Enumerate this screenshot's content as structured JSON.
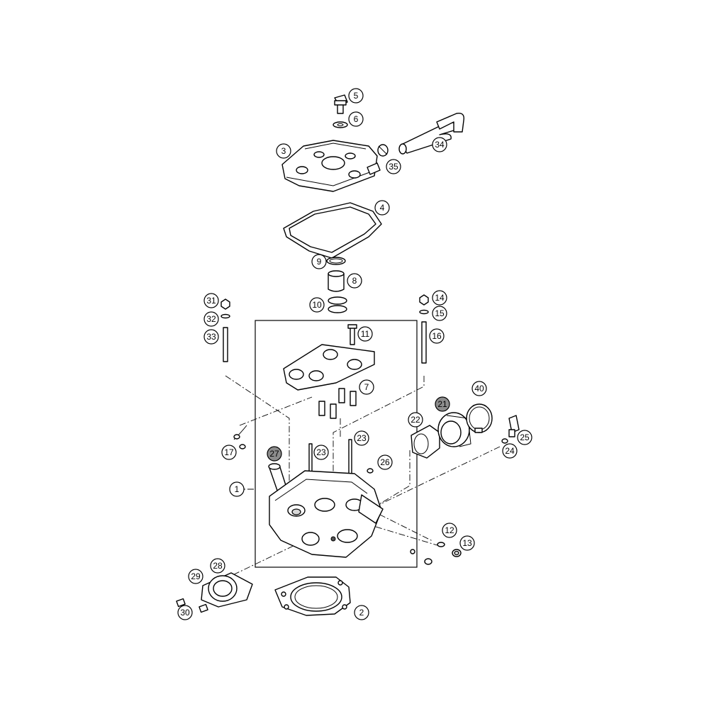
{
  "callouts": {
    "c1": "1",
    "c2": "2",
    "c3": "3",
    "c4": "4",
    "c5": "5",
    "c6": "6",
    "c7": "7",
    "c8": "8",
    "c9": "9",
    "c10": "10",
    "c11": "11",
    "c12": "12",
    "c13": "13",
    "c14": "14",
    "c15": "15",
    "c16": "16",
    "c17": "17",
    "c21": "21",
    "c22": "22",
    "c23a": "23",
    "c23b": "23",
    "c24": "24",
    "c25": "25",
    "c26": "26",
    "c27": "27",
    "c28": "28",
    "c29": "29",
    "c30": "30",
    "c31": "31",
    "c32": "32",
    "c33": "33",
    "c34": "34",
    "c35": "35",
    "c40": "40"
  },
  "colors": {
    "line": "#000000",
    "callout_fill_dark": "#8c8c8c",
    "background": "#ffffff"
  }
}
